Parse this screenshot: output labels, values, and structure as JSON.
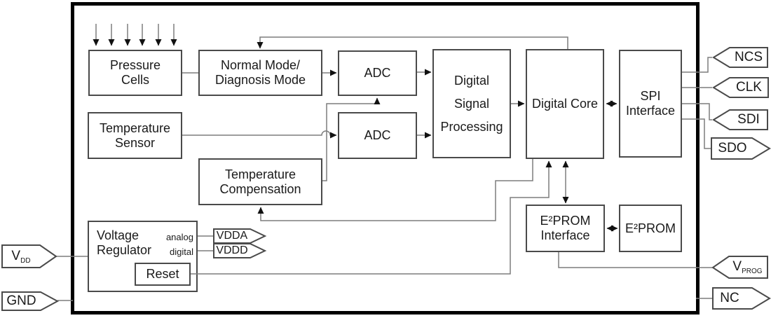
{
  "diagram_type": "block-diagram",
  "colors": {
    "background": "#ffffff",
    "chip_border": "#000000",
    "block_border": "#4a4a4a",
    "wire": "#7d7d7d",
    "arrowhead": "#111111",
    "text": "#1a1a1a"
  },
  "blocks": {
    "pressure_cells": {
      "label_lines": [
        "Pressure",
        "Cells"
      ]
    },
    "normal_mode": {
      "label_lines": [
        "Normal Mode/",
        "Diagnosis Mode"
      ]
    },
    "adc_pressure": {
      "label": "ADC"
    },
    "adc_temperature": {
      "label": "ADC"
    },
    "dsp": {
      "label_lines": [
        "Digital",
        "Signal",
        "Processing"
      ]
    },
    "digital_core": {
      "label": "Digital Core"
    },
    "spi_interface": {
      "label_lines": [
        "SPI",
        "Interface"
      ]
    },
    "temperature_sensor": {
      "label_lines": [
        "Temperature",
        "Sensor"
      ]
    },
    "temperature_compensation": {
      "label_lines": [
        "Temperature",
        "Compensation"
      ]
    },
    "voltage_regulator": {
      "label_lines": [
        "Voltage",
        "Regulator"
      ],
      "analog_label": "analog",
      "digital_label": "digital"
    },
    "reset": {
      "label": "Reset"
    },
    "eeprom_interface": {
      "label_lines": [
        "E²PROM",
        "Interface"
      ]
    },
    "eeprom": {
      "label": "E²PROM"
    }
  },
  "pins": {
    "vdd": {
      "base": "V",
      "sub": "DD",
      "direction": "input"
    },
    "gnd": {
      "label": "GND",
      "direction": "input"
    },
    "ncs": {
      "label": "NCS",
      "direction": "input"
    },
    "clk": {
      "label": "CLK",
      "direction": "input"
    },
    "sdi": {
      "label": "SDI",
      "direction": "input"
    },
    "sdo": {
      "label": "SDO",
      "direction": "output"
    },
    "vprog": {
      "base": "V",
      "sub": "PROG",
      "direction": "input"
    },
    "nc": {
      "label": "NC",
      "direction": "output"
    }
  },
  "internal_supplies": {
    "vdda": {
      "label": "VDDA"
    },
    "vddd": {
      "label": "VDDD"
    }
  },
  "connections": [
    {
      "from": "pressure-input",
      "to": "pressure-cells",
      "type": "six-arrows"
    },
    {
      "from": "pressure-cells",
      "to": "normal-mode",
      "type": "line"
    },
    {
      "from": "normal-mode",
      "to": "adc-pressure",
      "type": "arrow"
    },
    {
      "from": "adc-pressure",
      "to": "dsp",
      "type": "arrow"
    },
    {
      "from": "temperature-sensor",
      "to": "adc-temperature",
      "type": "arrow"
    },
    {
      "from": "adc-temperature",
      "to": "dsp",
      "type": "arrow"
    },
    {
      "from": "temperature-compensation",
      "to": "adc-pressure",
      "type": "arrow"
    },
    {
      "from": "dsp",
      "to": "digital-core",
      "type": "arrow"
    },
    {
      "from": "digital-core",
      "to": "normal-mode",
      "type": "arrow"
    },
    {
      "from": "digital-core",
      "to": "temperature-compensation",
      "type": "arrow"
    },
    {
      "from": "digital-core",
      "to": "spi-interface",
      "type": "bidirectional"
    },
    {
      "from": "digital-core",
      "to": "eeprom-interface",
      "type": "bidirectional"
    },
    {
      "from": "eeprom-interface",
      "to": "eeprom",
      "type": "bidirectional"
    },
    {
      "from": "reset",
      "to": "digital-core",
      "type": "arrow"
    },
    {
      "from": "eeprom-interface",
      "to": "vprog-pin",
      "type": "line"
    },
    {
      "from": "spi-interface",
      "to": "ncs-pin",
      "type": "line"
    },
    {
      "from": "spi-interface",
      "to": "clk-pin",
      "type": "line"
    },
    {
      "from": "spi-interface",
      "to": "sdi-pin",
      "type": "line"
    },
    {
      "from": "spi-interface",
      "to": "sdo-pin",
      "type": "line"
    },
    {
      "from": "vdd-pin",
      "to": "voltage-regulator",
      "type": "line"
    },
    {
      "from": "voltage-regulator-analog",
      "to": "vdda",
      "type": "line"
    },
    {
      "from": "voltage-regulator-digital",
      "to": "vddd",
      "type": "line"
    },
    {
      "from": "gnd-pin",
      "to": "chip",
      "type": "line"
    },
    {
      "from": "nc-pin",
      "to": "chip",
      "type": "line"
    }
  ]
}
